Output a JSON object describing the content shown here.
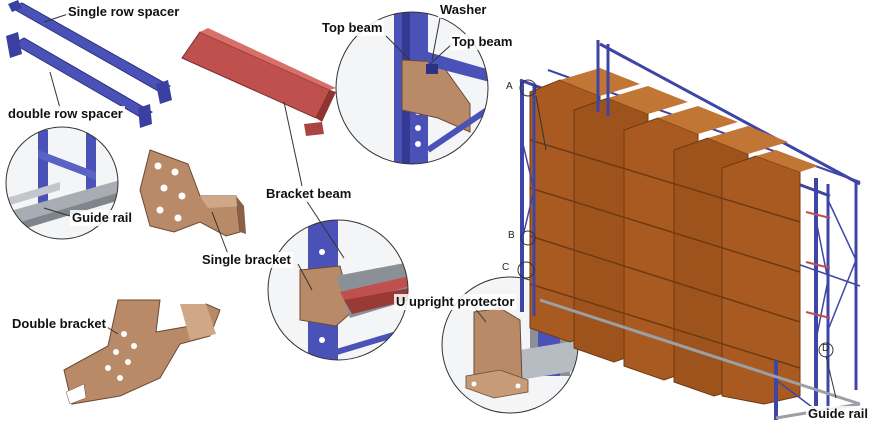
{
  "labels": {
    "single_row_spacer": "Single row spacer",
    "double_row_spacer": "double row spacer",
    "guide_rail_detail": "Guide rail",
    "single_bracket": "Single bracket",
    "double_bracket": "Double  bracket",
    "top_beam_left": "Top beam",
    "washer": "Washer",
    "top_beam_right": "Top beam",
    "bracket_beam": "Bracket beam",
    "u_upright_protector": "U upright protector",
    "guide_rail_main": "Guide rail"
  },
  "markers": {
    "a": "A",
    "b": "B",
    "c": "C",
    "d": "D"
  },
  "colors": {
    "frame_blue": "#3f45a6",
    "pallet_brown": "#a85a20",
    "bracket_tan": "#b98a68",
    "beam_red": "#c0504d",
    "rail_gray": "#9aa0a6"
  }
}
